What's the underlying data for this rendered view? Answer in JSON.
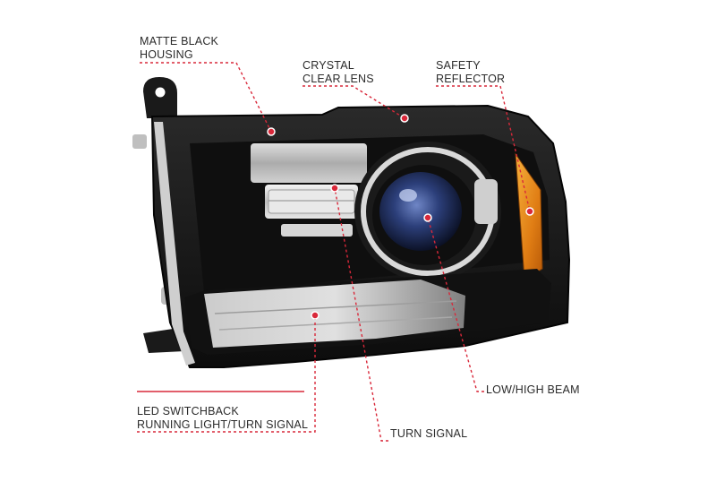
{
  "labels": {
    "housing": "MATTE BLACK\nHOUSING",
    "lens": "CRYSTAL\nCLEAR LENS",
    "reflector": "SAFETY\nREFLECTOR",
    "beam": "LOW/HIGH BEAM",
    "led": "LED SWITCHBACK\nRUNNING LIGHT/TURN SIGNAL",
    "turn": "TURN SIGNAL"
  },
  "colors": {
    "accent": "#d9283a",
    "housing": "#151515",
    "amber": "#e98a1a"
  }
}
